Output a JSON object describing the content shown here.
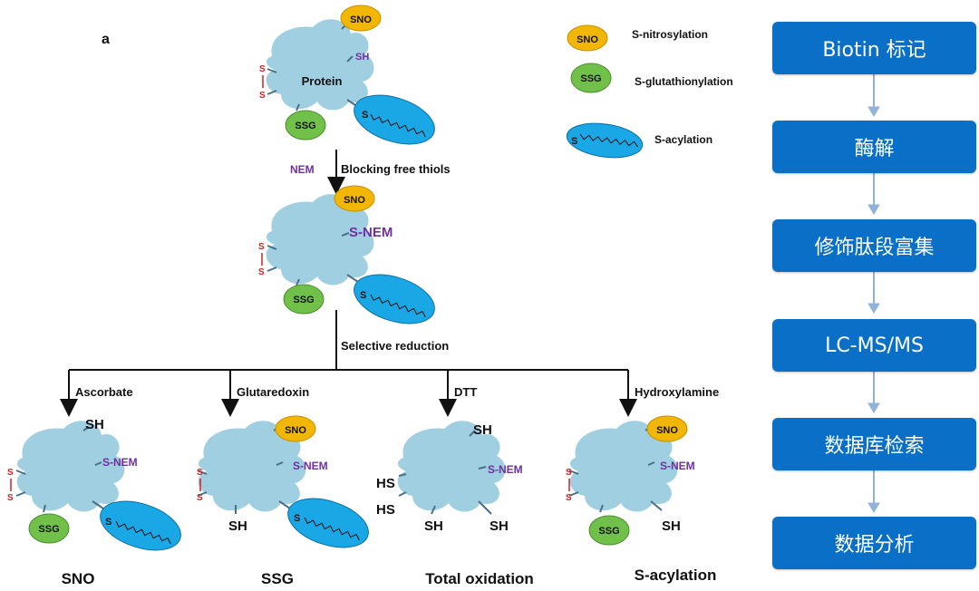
{
  "panel_label": "a",
  "legend": [
    {
      "badge": "SNO",
      "text": "S-nitrosylation"
    },
    {
      "badge": "SSG",
      "text": "S-glutathionylation"
    },
    {
      "badge": "S",
      "text": "S-acylation"
    }
  ],
  "top_protein": {
    "name": "Protein",
    "sno": "SNO",
    "sh": "SH",
    "ssg": "SSG",
    "s_acyl": "S",
    "s1": "S",
    "s2": "S"
  },
  "step1": {
    "reagent": "NEM",
    "label": "Blocking free thiols"
  },
  "mid_protein": {
    "sno": "SNO",
    "s_nem": "S-NEM",
    "ssg": "SSG",
    "s_acyl": "S",
    "s1": "S",
    "s2": "S"
  },
  "step2": {
    "label": "Selective reduction"
  },
  "branches": [
    {
      "reagent": "Ascorbate",
      "result": "SNO",
      "labels": {
        "sh_top": "SH",
        "s_nem": "S-NEM",
        "ssg": "SSG",
        "s_acyl": "S",
        "s1": "S",
        "s2": "S"
      }
    },
    {
      "reagent": "Glutaredoxin",
      "result": "SSG",
      "labels": {
        "sno": "SNO",
        "s_nem": "S-NEM",
        "sh_bottom": "SH",
        "s_acyl": "S",
        "s1": "S",
        "s2": "S"
      }
    },
    {
      "reagent": "DTT",
      "result": "Total oxidation",
      "labels": {
        "sh_top": "SH",
        "s_nem": "S-NEM",
        "hs1": "HS",
        "hs2": "HS",
        "sh_b1": "SH",
        "sh_b2": "SH"
      }
    },
    {
      "reagent": "Hydroxylamine",
      "result": "S-acylation",
      "labels": {
        "sno": "SNO",
        "s_nem": "S-NEM",
        "ssg": "SSG",
        "sh_right": "SH",
        "s1": "S",
        "s2": "S"
      }
    }
  ],
  "workflow": [
    "Biotin 标记",
    "酶解",
    "修饰肽段富集",
    "LC-MS/MS",
    "数据库检索",
    "数据分析"
  ],
  "colors": {
    "protein": "#9fcfe0",
    "sno": "#f2b705",
    "ssg": "#70c04a",
    "acyl": "#1aa7e6",
    "flow_box": "#0a6fc6",
    "flow_arrow": "#8fb3d9",
    "purple": "#7030a0",
    "disulfide": "#cc2222"
  }
}
